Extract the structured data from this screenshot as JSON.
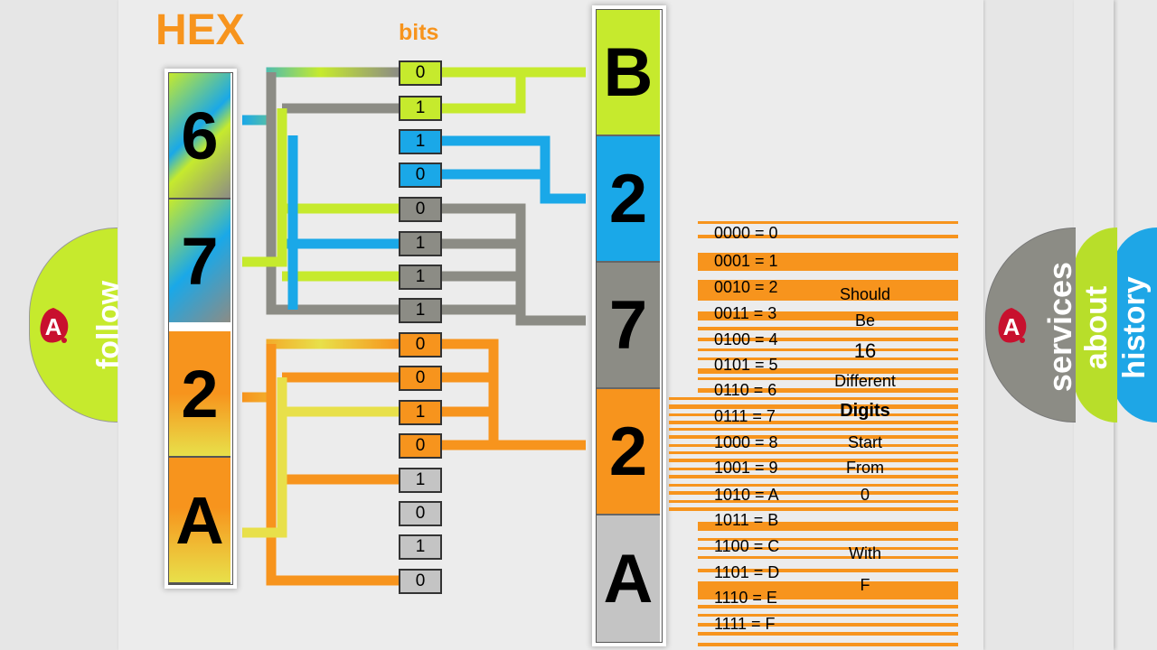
{
  "header": {
    "title": "HEX",
    "bits_label": "bits"
  },
  "hex_digits": [
    "6",
    "7",
    "2",
    "A"
  ],
  "bits": [
    "0",
    "1",
    "1",
    "0",
    "0",
    "1",
    "1",
    "1",
    "0",
    "0",
    "1",
    "0",
    "1",
    "0",
    "1",
    "0"
  ],
  "stack_digits": [
    "B",
    "2",
    "7",
    "2",
    "A"
  ],
  "table": [
    "0000 = 0",
    "0001 = 1",
    "0010 = 2",
    "0011 = 3",
    "0100 = 4",
    "0101 = 5",
    "0110 = 6",
    "0111 = 7",
    "1000 = 8",
    "1001 = 9",
    "1010 = A",
    "1011 = B",
    "1100 = C",
    "1101 = D",
    "1110 = E",
    "1111 = F"
  ],
  "words": [
    "Should",
    "Be",
    "16",
    "Different",
    "Digits",
    "Start",
    "From",
    "0",
    "With",
    "F"
  ],
  "left_tab": {
    "label": "follow"
  },
  "right_tabs": [
    {
      "label": "services",
      "color": "#8c8c85"
    },
    {
      "label": "about",
      "color": "#b8de2a"
    },
    {
      "label": "history",
      "color": "#1ea6e6"
    }
  ],
  "colors": {
    "orange": "#f7941d",
    "lime": "#c6ea2d",
    "blue": "#1aa8e8",
    "gray": "#8c8c85",
    "light_gray": "#c4c4c4"
  }
}
